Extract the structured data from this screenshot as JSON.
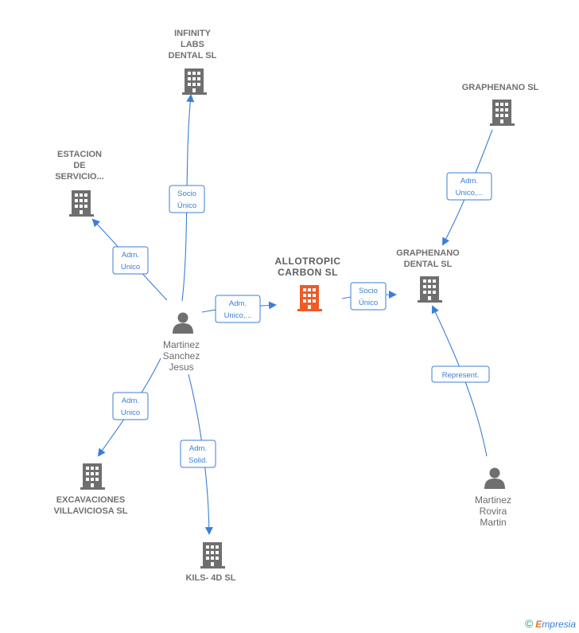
{
  "nodes": {
    "infinity": {
      "label": "INFINITY\nLABS\nDENTAL  SL",
      "type": "company"
    },
    "estacion": {
      "label": "ESTACION\nDE\nSERVICIO...",
      "type": "company"
    },
    "allotropic": {
      "label": "ALLOTROPIC\nCARBON  SL",
      "type": "company-main"
    },
    "graphenano": {
      "label": "GRAPHENANO SL",
      "type": "company"
    },
    "graphenano_dental": {
      "label": "GRAPHENANO\nDENTAL  SL",
      "type": "company"
    },
    "martinez_sanchez": {
      "label": "Martinez\nSanchez\nJesus",
      "type": "person"
    },
    "excavaciones": {
      "label": "EXCAVACIONES\nVILLAVICIOSA SL",
      "type": "company"
    },
    "kils": {
      "label": "KILS- 4D SL",
      "type": "company"
    },
    "martinez_rovira": {
      "label": "Martinez\nRovira\nMartin",
      "type": "person"
    }
  },
  "edges": [
    {
      "id": "e1",
      "label1": "Socio",
      "label2": "Único"
    },
    {
      "id": "e2",
      "label1": "Adm.",
      "label2": "Unico"
    },
    {
      "id": "e3",
      "label1": "Adm.",
      "label2": "Unico,..."
    },
    {
      "id": "e4",
      "label1": "Socio",
      "label2": "Único"
    },
    {
      "id": "e5",
      "label1": "Adm.",
      "label2": "Unico,..."
    },
    {
      "id": "e6",
      "label1": "Adm.",
      "label2": "Unico"
    },
    {
      "id": "e7",
      "label1": "Adm.",
      "label2": "Solid."
    },
    {
      "id": "e8",
      "label1": "Represent.",
      "label2": ""
    }
  ],
  "colors": {
    "edge": "#3a7fd5",
    "company_icon": "#6f6f6f",
    "main_company_icon": "#f05a28",
    "person_icon": "#6f6f6f"
  },
  "icons": {
    "company": "building-icon",
    "person": "person-icon"
  },
  "footer": {
    "copyright": "©",
    "brand_first": "E",
    "brand_rest": "mpresia"
  }
}
